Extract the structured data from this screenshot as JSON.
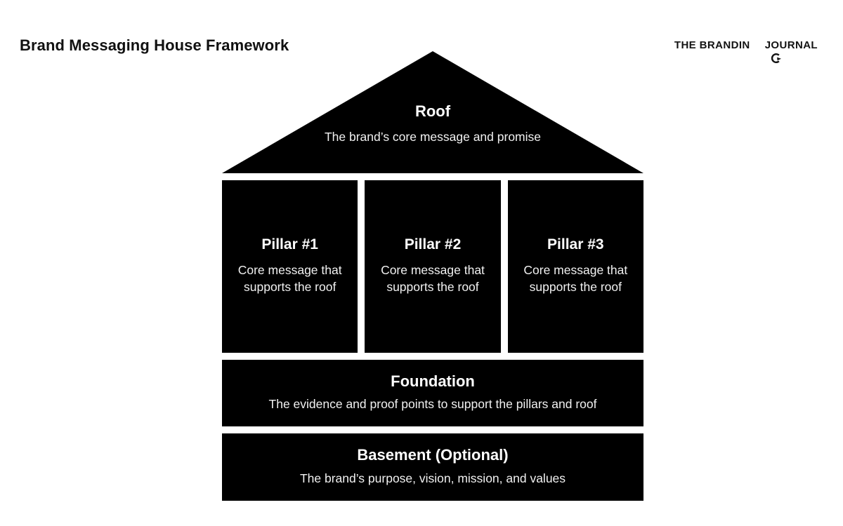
{
  "page": {
    "title": "Brand Messaging House Framework"
  },
  "logo": {
    "text_before_g": "THE BRANDIN",
    "text_after_g": " JOURNAL",
    "full_text": "THE BRANDING JOURNAL"
  },
  "house": {
    "roof": {
      "title": "Roof",
      "subtitle": "The brand’s core message and promise"
    },
    "pillars": [
      {
        "title": "Pillar #1",
        "subtitle": "Core message that supports the roof"
      },
      {
        "title": "Pillar #2",
        "subtitle": "Core message that supports the roof"
      },
      {
        "title": "Pillar #3",
        "subtitle": "Core message that supports the roof"
      }
    ],
    "foundation": {
      "title": "Foundation",
      "subtitle": "The evidence and proof points to support the pillars and roof"
    },
    "basement": {
      "title": "Basement (Optional)",
      "subtitle": "The brand’s purpose, vision, mission, and values"
    }
  },
  "colors": {
    "block_fill": "#000000",
    "block_title_text": "#ffffff",
    "block_subtitle_text": "#f1f1f1",
    "heading_text": "#111111",
    "background": "#ffffff"
  }
}
